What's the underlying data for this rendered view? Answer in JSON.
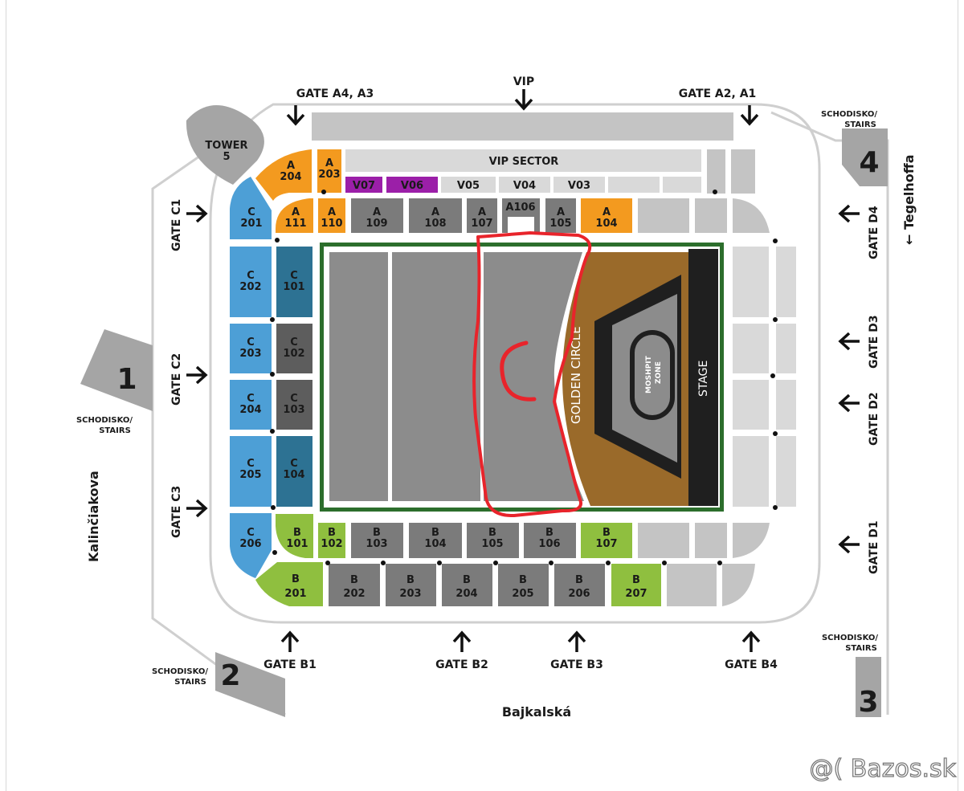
{
  "gates": {
    "a4a3": "GATE A4, A3",
    "vip": "VIP",
    "a2a1": "GATE A2, A1",
    "c1": "GATE C1",
    "c2": "GATE C2",
    "c3": "GATE C3",
    "d4": "GATE D4",
    "d3": "GATE D3",
    "d2": "GATE D2",
    "d1": "GATE D1",
    "b1": "GATE B1",
    "b2": "GATE B2",
    "b3": "GATE B3",
    "b4": "GATE B4"
  },
  "landmarks": {
    "tower_line1": "TOWER",
    "tower_line2": "5",
    "stairs_line1": "SCHODISKO/",
    "stairs_line2": "STAIRS",
    "stairs_1": "1",
    "stairs_2": "2",
    "stairs_3": "3",
    "stairs_4": "4"
  },
  "streets": {
    "kalinciakova": "Kalinčiakova",
    "tegelhoffa": "← Tegelhoffa",
    "bajkalska": "Bajkalská"
  },
  "field": {
    "vip_sector": "VIP SECTOR",
    "golden_circle": "GOLDEN CIRCLE",
    "moshpit_line1": "MOSHPIT",
    "moshpit_line2": "ZONE",
    "stage": "STAGE"
  },
  "sections": {
    "v07": "V07",
    "v06": "V06",
    "v05": "V05",
    "v04": "V04",
    "v03": "V03",
    "a204_l": "A",
    "a204_n": "204",
    "a203_l": "A",
    "a203_n": "203",
    "a111_l": "A",
    "a111_n": "111",
    "a110_l": "A",
    "a110_n": "110",
    "a109_l": "A",
    "a109_n": "109",
    "a108_l": "A",
    "a108_n": "108",
    "a107_l": "A",
    "a107_n": "107",
    "a106": "A106",
    "a105_l": "A",
    "a105_n": "105",
    "a104_l": "A",
    "a104_n": "104",
    "c201_l": "C",
    "c201_n": "201",
    "c202_l": "C",
    "c202_n": "202",
    "c203_l": "C",
    "c203_n": "203",
    "c204_l": "C",
    "c204_n": "204",
    "c205_l": "C",
    "c205_n": "205",
    "c206_l": "C",
    "c206_n": "206",
    "c101_l": "C",
    "c101_n": "101",
    "c102_l": "C",
    "c102_n": "102",
    "c103_l": "C",
    "c103_n": "103",
    "c104_l": "C",
    "c104_n": "104",
    "b101_l": "B",
    "b101_n": "101",
    "b102_l": "B",
    "b102_n": "102",
    "b103_l": "B",
    "b103_n": "103",
    "b104_l": "B",
    "b104_n": "104",
    "b105_l": "B",
    "b105_n": "105",
    "b106_l": "B",
    "b106_n": "106",
    "b107_l": "B",
    "b107_n": "107",
    "b201_l": "B",
    "b201_n": "201",
    "b202_l": "B",
    "b202_n": "202",
    "b203_l": "B",
    "b203_n": "203",
    "b204_l": "B",
    "b204_n": "204",
    "b205_l": "B",
    "b205_n": "205",
    "b206_l": "B",
    "b206_n": "206",
    "b207_l": "B",
    "b207_n": "207"
  },
  "watermark": "@( Bazos.sk",
  "colors": {
    "grey_section": "#7b7b7b",
    "light_grey": "#c4c4c4",
    "orange": "#f39a1f",
    "purple": "#9b1fa8",
    "blue_outer": "#4d9fd6",
    "blue_inner": "#2d7293",
    "green": "#8fbf3f",
    "field_border": "#2c6e2c",
    "golden_circle": "#9a6a2a",
    "stage": "#1f1f1f",
    "marker": "#e8242b"
  }
}
